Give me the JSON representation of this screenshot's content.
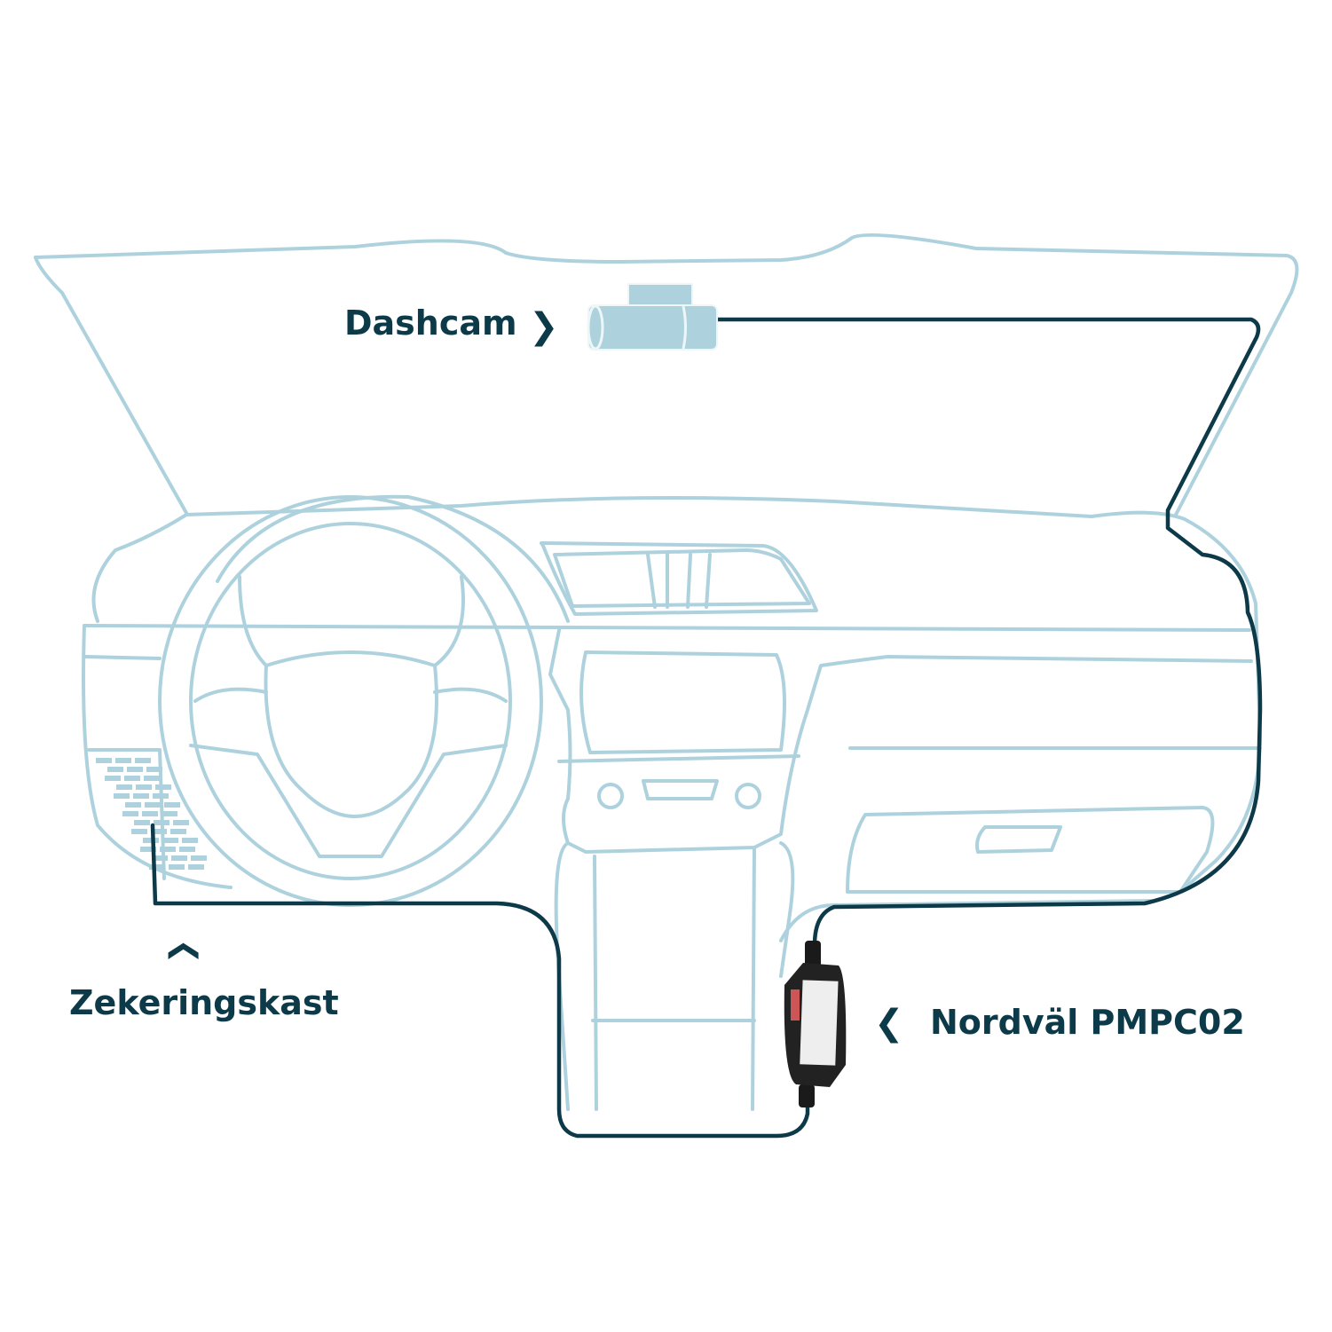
{
  "labels": {
    "dashcam": "Dashcam",
    "fuse_box": "Zekeringskast",
    "device": "Nordväl PMPC02"
  },
  "icons": {
    "dashcam": "dashcam-icon",
    "device": "hardwire-kit-icon"
  },
  "colors": {
    "outline": "#aed2dd",
    "cable": "#0d3a48",
    "text": "#0d3a48"
  }
}
